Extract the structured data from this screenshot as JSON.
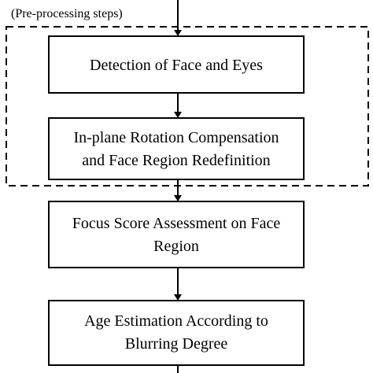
{
  "group_label": "(Pre-processing steps)",
  "steps": [
    {
      "lines": [
        "Detection of Face and Eyes"
      ]
    },
    {
      "lines": [
        "In-plane Rotation Compensation",
        "and Face Region Redefinition"
      ]
    },
    {
      "lines": [
        "Focus Score Assessment on Face",
        "Region"
      ]
    },
    {
      "lines": [
        "Age Estimation According to",
        "Blurring Degree"
      ]
    }
  ]
}
